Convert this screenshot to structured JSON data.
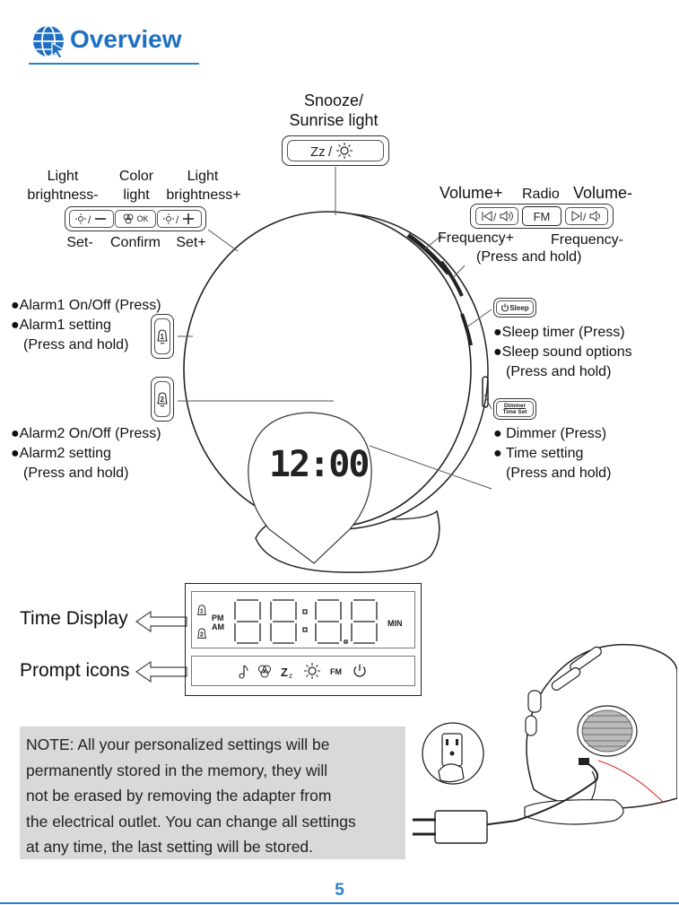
{
  "header": {
    "title": "Overview"
  },
  "top": {
    "snooze_line1": "Snooze/",
    "snooze_line2": "Sunrise light"
  },
  "left_buttons": {
    "light_minus_l1": "Light",
    "light_minus_l2": "brightness-",
    "color_l1": "Color",
    "color_l2": "light",
    "light_plus_l1": "Light",
    "light_plus_l2": "brightness+",
    "btn_ok": "OK",
    "set_minus": "Set-",
    "confirm": "Confirm",
    "set_plus": "Set+"
  },
  "right_buttons": {
    "volume_plus": "Volume+",
    "radio": "Radio",
    "volume_minus": "Volume-",
    "btn_fm": "FM",
    "freq_plus": "Frequency+",
    "freq_minus": "Frequency-",
    "press_hold": "(Press and hold)"
  },
  "alarm1": {
    "line1": "●Alarm1 On/Off (Press)",
    "line2": "●Alarm1 setting",
    "line3": "(Press and hold)"
  },
  "alarm2": {
    "line1": "●Alarm2 On/Off (Press)",
    "line2": "●Alarm2 setting",
    "line3": "(Press and hold)"
  },
  "sleep": {
    "btn": "Sleep",
    "line1": "●Sleep timer (Press)",
    "line2": "●Sleep sound options",
    "line3": "(Press and hold)"
  },
  "dimmer": {
    "btn_l1": "Dimmer",
    "btn_l2": "Time Set",
    "line1": "● Dimmer (Press)",
    "line2": "● Time setting",
    "line3": "(Press and hold)"
  },
  "clock_display": "12:00",
  "lcd": {
    "time_display": "Time Display",
    "prompt_icons": "Prompt icons",
    "pm": "PM",
    "am": "AM",
    "min": "MIN",
    "fm": "FM"
  },
  "note": {
    "lines": [
      "NOTE: All your personalized settings will be",
      "permanently stored in the memory, they will",
      "not be erased by removing the adapter from",
      "the electrical outlet. You can change all settings",
      "at any time, the last setting will be stored."
    ]
  },
  "footer": {
    "page_number": "5"
  },
  "colors": {
    "accent": "#2a7fd0",
    "note_bg": "#d9d9d9"
  }
}
